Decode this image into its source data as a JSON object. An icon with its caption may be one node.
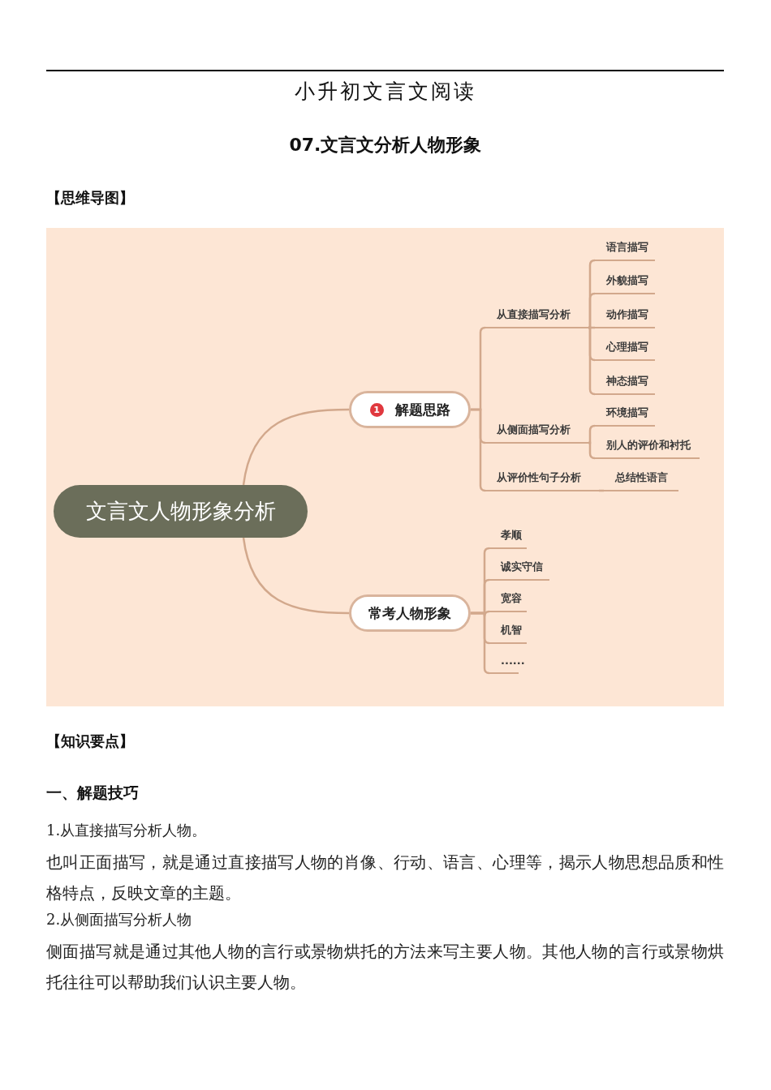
{
  "diagram": {
    "title": "07.文言文分析人物形象",
    "nodes": [
      {
        "text": [
          "文言文人物形象分析"
        ]
      },
      {
        "text": [
          "1",
          "解题思路"
        ]
      },
      {
        "text": [
          "从直接描写分析"
        ]
      },
      {
        "text": [
          "语言描写"
        ]
      },
      {
        "text": [
          "外貌描写"
        ]
      },
      {
        "text": [
          "动作描写"
        ]
      },
      {
        "text": [
          "心理描写"
        ]
      },
      {
        "text": [
          "神态描写"
        ]
      },
      {
        "text": [
          "从侧面描写分析"
        ]
      },
      {
        "text": [
          "环境描写"
        ]
      },
      {
        "text": [
          "别人的评价和衬托"
        ]
      },
      {
        "text": [
          "从评价性句子分析"
        ]
      },
      {
        "text": [
          "总结性语言"
        ]
      },
      {
        "text": [
          "常考人物形象"
        ]
      },
      {
        "text": [
          "孝顺"
        ]
      },
      {
        "text": [
          "诚实守信"
        ]
      },
      {
        "text": [
          "宽容"
        ]
      },
      {
        "text": [
          "机智"
        ]
      },
      {
        "text": [
          "......"
        ]
      }
    ],
    "edges": [
      {
        "from": 0,
        "to": 1,
        "arrow": "none"
      },
      {
        "from": 1,
        "to": 2,
        "arrow": "none"
      },
      {
        "from": 2,
        "to": 3,
        "arrow": "none"
      },
      {
        "from": 2,
        "to": 4,
        "arrow": "none"
      },
      {
        "from": 2,
        "to": 5,
        "arrow": "none"
      },
      {
        "from": 2,
        "to": 6,
        "arrow": "none"
      },
      {
        "from": 2,
        "to": 7,
        "arrow": "none"
      },
      {
        "from": 1,
        "to": 8,
        "arrow": "none"
      },
      {
        "from": 8,
        "to": 9,
        "arrow": "none"
      },
      {
        "from": 8,
        "to": 10,
        "arrow": "none"
      },
      {
        "from": 1,
        "to": 11,
        "arrow": "none"
      },
      {
        "from": 11,
        "to": 12,
        "arrow": "none"
      },
      {
        "from": 0,
        "to": 13,
        "arrow": "none"
      },
      {
        "from": 13,
        "to": 14,
        "arrow": "none"
      },
      {
        "from": 13,
        "to": 15,
        "arrow": "none"
      },
      {
        "from": 13,
        "to": 16,
        "arrow": "none"
      },
      {
        "from": 13,
        "to": 17,
        "arrow": "none"
      },
      {
        "from": 13,
        "to": 18,
        "arrow": "none"
      }
    ],
    "labels": [
      "小升初文言文阅读",
      "【思维导图】",
      "【知识要点】",
      "一、解题技巧",
      "1.从直接描写分析人物。",
      "也叫正面描写，就是通过直接描写人物的肖像、行动、语言、心理等，揭示人物思想品质和性格特点，反映文章的主题。",
      "2.从侧面描写分析人物",
      "侧面描写就是通过其他人物的言行或景物烘托的方法来写主要人物。其他人物的言行或景物烘托往往可以帮助我们认识主要人物。"
    ]
  }
}
